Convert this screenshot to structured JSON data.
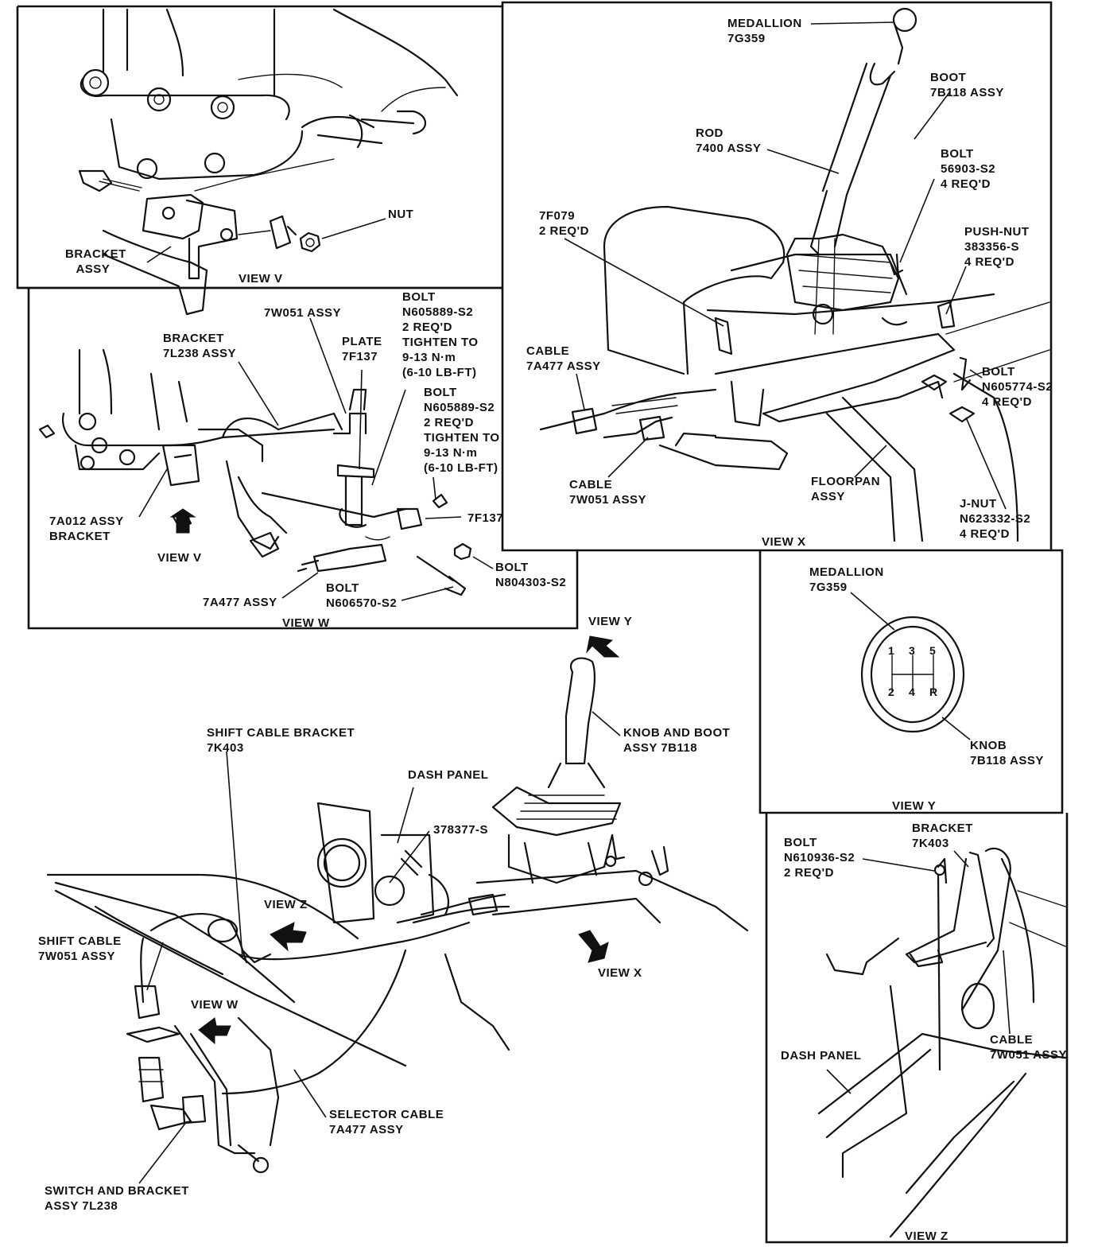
{
  "panels": {
    "view_v": {
      "caption": "VIEW V",
      "labels": {
        "nut": "NUT",
        "bracket_assy": "BRACKET\n   ASSY"
      }
    },
    "view_w": {
      "caption": "VIEW W",
      "labels": {
        "w051": "7W051 ASSY",
        "bracket_7l238": "BRACKET\n7L238 ASSY",
        "plate": "PLATE\n7F137",
        "bolt_upper": "BOLT\nN605889-S2\n2 REQ'D\nTIGHTEN TO\n9-13 N·m\n(6-10 LB-FT)",
        "bolt_lower": "BOLT\nN605889-S2\n2 REQ'D\nTIGHTEN TO\n9-13 N·m\n(6-10 LB-FT)",
        "f137": "7F137",
        "a012": "7A012 ASSY\nBRACKET",
        "view_v_arrow": "VIEW V",
        "bolt_n804303": "BOLT\nN804303-S2",
        "a477": "7A477 ASSY",
        "bolt_n606570": "BOLT\nN606570-S2"
      }
    },
    "view_x": {
      "caption": "VIEW X",
      "labels": {
        "medallion": "MEDALLION\n7G359",
        "boot": "BOOT\n7B118 ASSY",
        "rod": "ROD\n7400 ASSY",
        "bolt_56903": "BOLT\n56903-S2\n4 REQ'D",
        "f079": "7F079\n2 REQ'D",
        "push_nut": "PUSH-NUT\n383356-S\n4 REQ'D",
        "cable_a477": "CABLE\n7A477 ASSY",
        "bolt_n605774": "BOLT\nN605774-S2\n4 REQ'D",
        "cable_w051": "CABLE\n7W051 ASSY",
        "floorpan": "FLOORPAN\nASSY",
        "j_nut": "J-NUT\nN623332-S2\n4 REQ'D"
      }
    },
    "view_y": {
      "caption": "VIEW Y",
      "labels": {
        "medallion": "MEDALLION\n7G359",
        "knob": "KNOB\n7B118 ASSY"
      },
      "shift_pattern": {
        "top": [
          "1",
          "3",
          "5"
        ],
        "bottom": [
          "2",
          "4",
          "R"
        ]
      }
    },
    "view_z": {
      "caption": "VIEW Z",
      "labels": {
        "bolt": "BOLT\nN610936-S2\n2 REQ'D",
        "bracket": "BRACKET\n7K403",
        "dash_panel": "DASH PANEL",
        "cable": "CABLE\n7W051 ASSY"
      }
    },
    "main": {
      "labels": {
        "view_y_arrow": "VIEW Y",
        "shift_cable_bracket": "SHIFT CABLE BRACKET\n7K403",
        "knob_boot": "KNOB AND BOOT\nASSY 7B118",
        "dash_panel": "DASH PANEL",
        "part_378377": "378377-S",
        "view_z_arrow": "VIEW Z",
        "shift_cable": "SHIFT CABLE\n7W051 ASSY",
        "view_x_arrow": "VIEW X",
        "view_w_arrow": "VIEW W",
        "selector_cable": "SELECTOR CABLE\n7A477 ASSY",
        "switch_bracket": "SWITCH AND BRACKET\nASSY 7L238"
      }
    }
  }
}
